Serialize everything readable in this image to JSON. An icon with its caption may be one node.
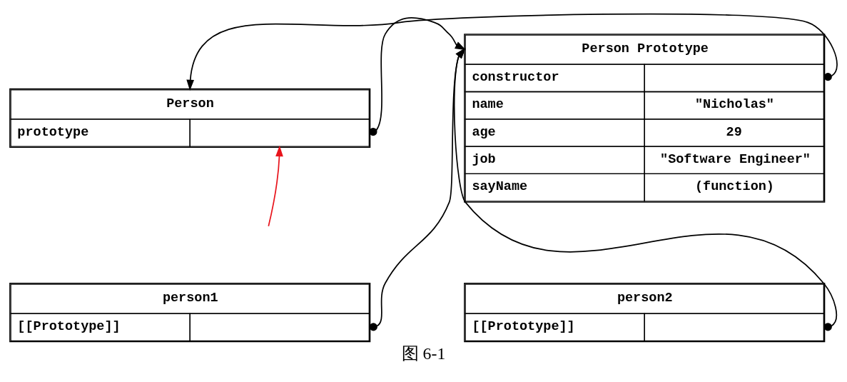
{
  "diagram": {
    "caption": "图 6-1",
    "nodes": [
      {
        "text": [
          "Person",
          "prototype"
        ]
      },
      {
        "text": [
          "Person Prototype",
          "constructor",
          "name",
          "\"Nicholas\"",
          "age",
          "29",
          "job",
          "\"Software Engineer\"",
          "sayName",
          "(function)"
        ]
      },
      {
        "text": [
          "person1",
          "[[Prototype]]"
        ]
      },
      {
        "text": [
          "person2",
          "[[Prototype]]"
        ]
      }
    ],
    "edges": [
      {
        "from": 0,
        "to": 1,
        "arrow": "to"
      },
      {
        "from": 1,
        "to": 0,
        "arrow": "to"
      },
      {
        "from": 2,
        "to": 1,
        "arrow": "to"
      },
      {
        "from": 3,
        "to": 1,
        "arrow": "to"
      },
      {
        "from": null,
        "to": 0,
        "arrow": "to",
        "color": "#e8141c"
      }
    ]
  }
}
